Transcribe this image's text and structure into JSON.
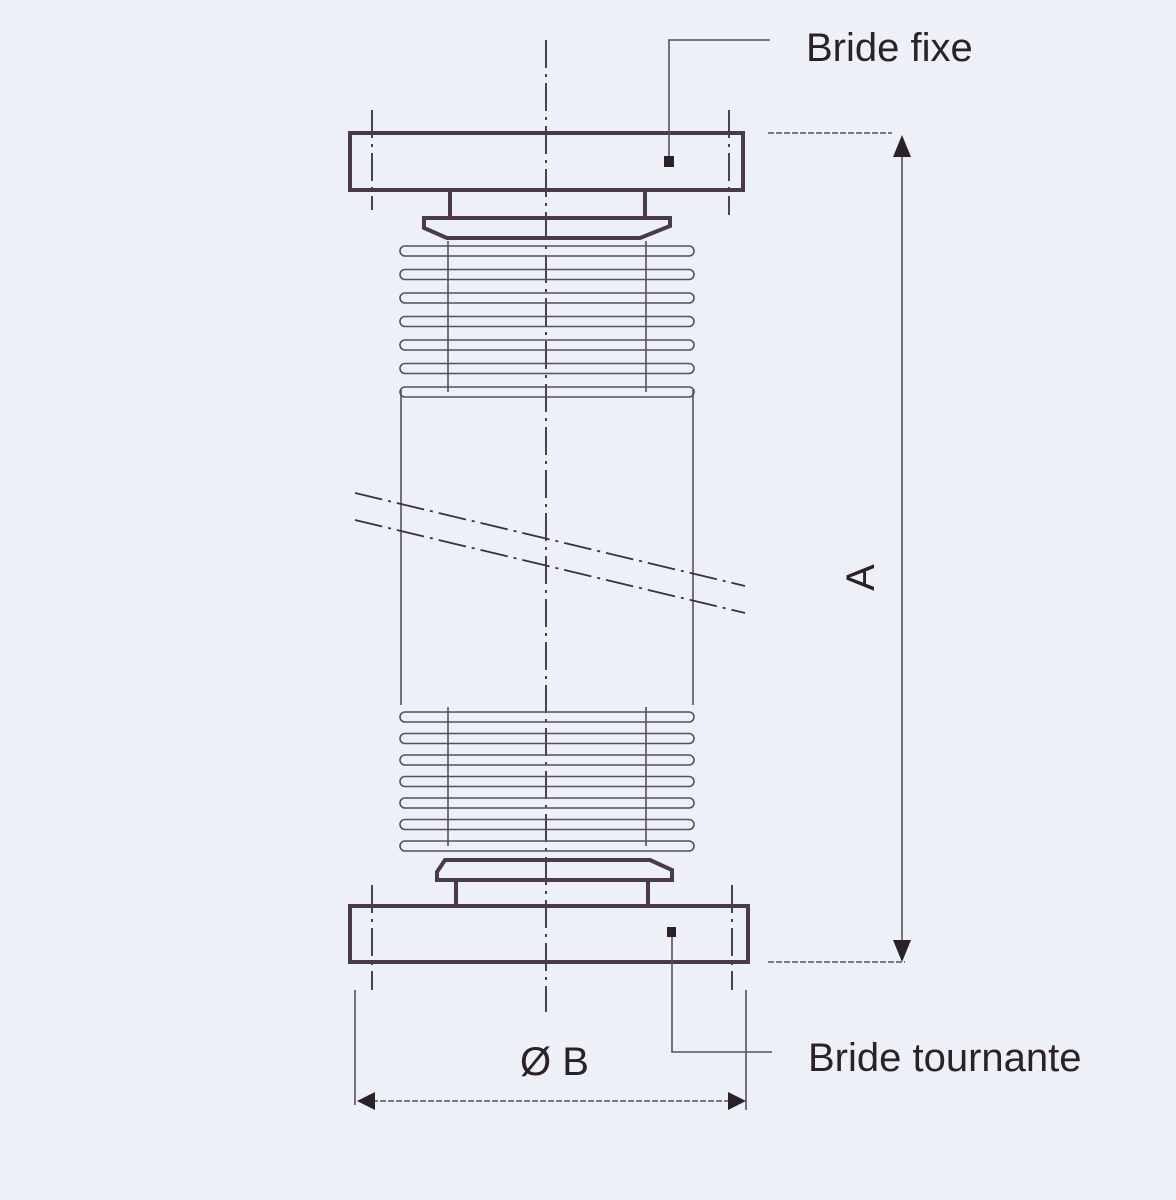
{
  "labels": {
    "fixed_flange": "Bride fixe",
    "rotating_flange": "Bride tournante",
    "length_dimension": "A",
    "diameter_dimension": "Ø B"
  },
  "colors": {
    "line": "#4a3a4a",
    "background": "#eef0f7"
  }
}
